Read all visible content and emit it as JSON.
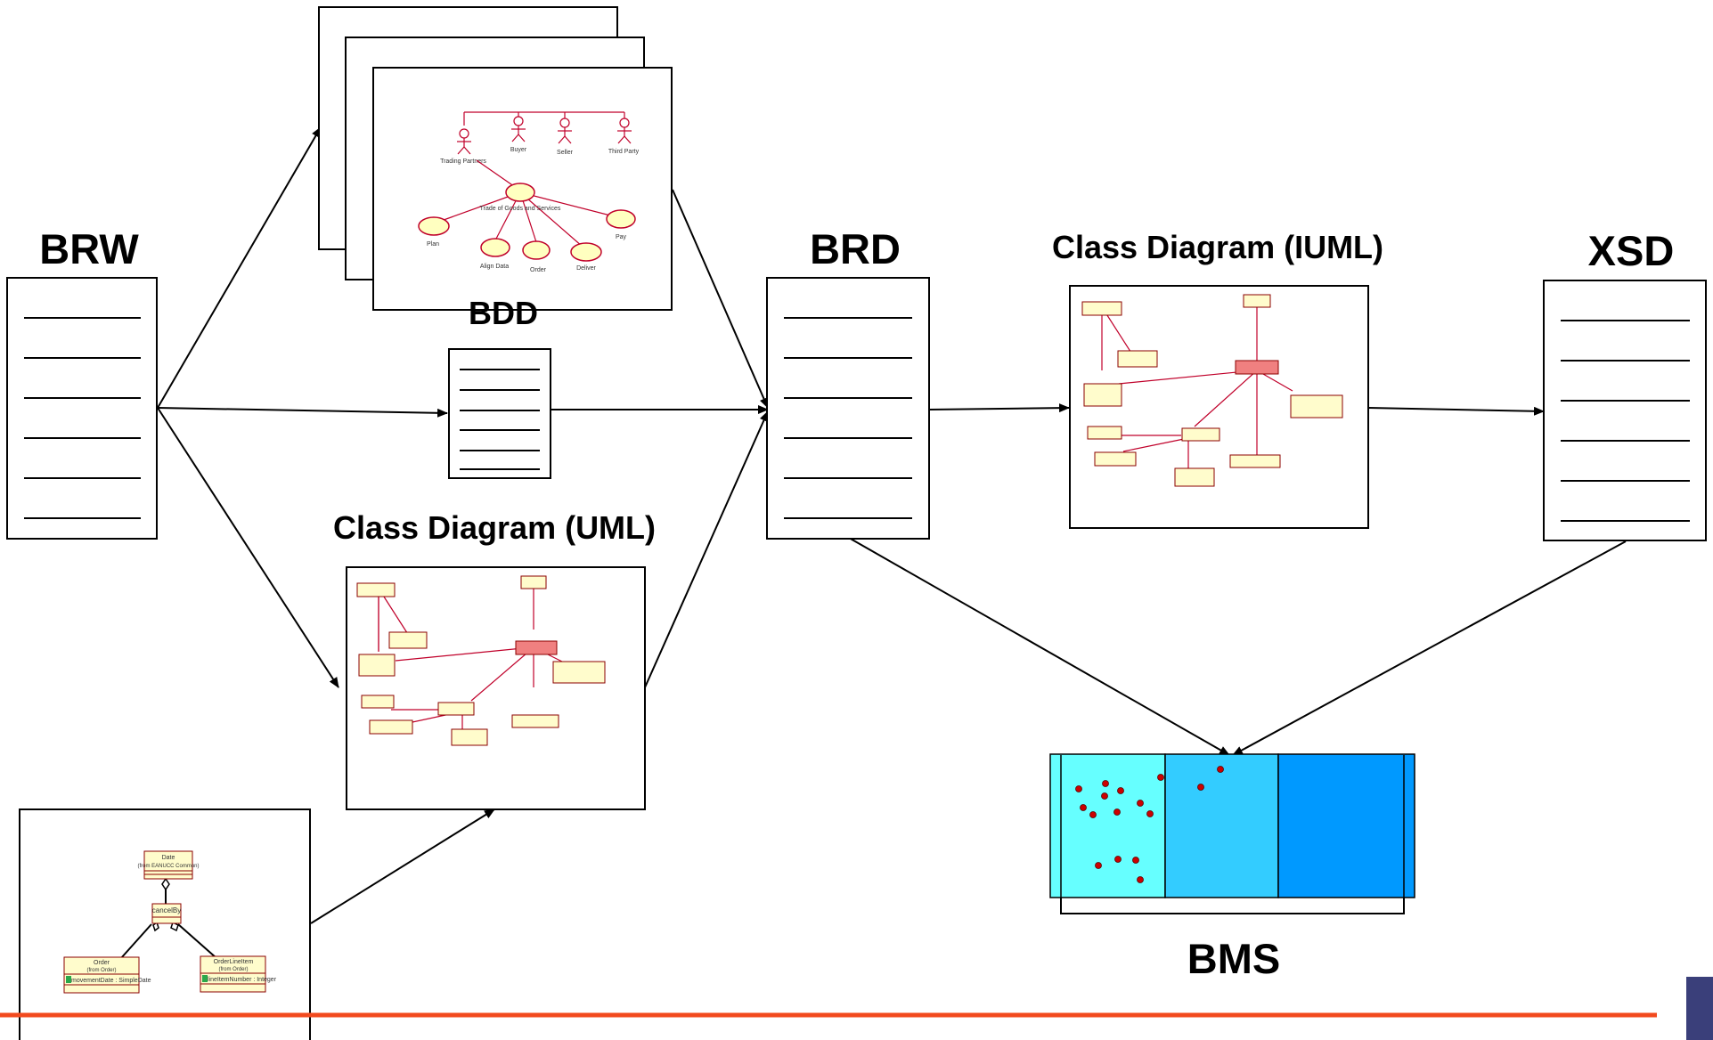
{
  "labels": {
    "brw": "BRW",
    "bdd": "BDD",
    "brd": "BRD",
    "class_uml": "Class Diagram (UML)",
    "class_iuml": "Class Diagram (IUML)",
    "xsd": "XSD",
    "bms": "BMS"
  },
  "use_case": {
    "actors": [
      "Trading Partners",
      "Buyer",
      "Seller",
      "Third Party"
    ],
    "center": "Trade of Goods and Services",
    "cases": [
      "Plan",
      "Align Data",
      "Order",
      "Deliver",
      "Pay"
    ]
  },
  "small_uml": {
    "top_name": "Date",
    "top_sub": "(from EANUCC Common)",
    "middle": "cancelBy",
    "left_name": "Order",
    "left_sub": "(from Order)",
    "left_attr": "movementDate : SimpleDate",
    "right_name": "OrderLineItem",
    "right_sub": "(from Order)",
    "right_attr": "lineItemNumber : Integer"
  },
  "colors": {
    "accent_line": "#f24a1e",
    "bms_light": "#66ffff",
    "bms_mid": "#33ccff",
    "bms_dark": "#0099ff",
    "uml_red": "#c0002a",
    "uml_fill": "#fffccc"
  }
}
